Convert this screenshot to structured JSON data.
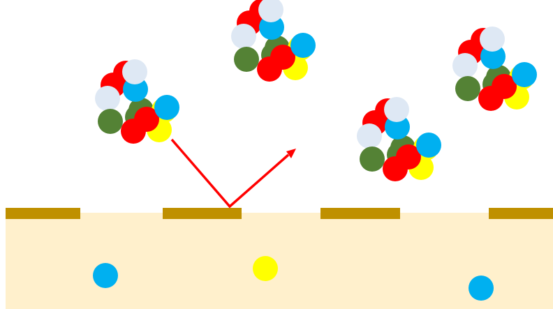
{
  "colors": {
    "background": "#ffffff",
    "substrate": "#fff0cc",
    "surface_strip": "#bf9000",
    "arrow": "#ff0000",
    "red": "#ff0000",
    "light_blue": "#dee8f4",
    "blue": "#00b0f0",
    "green": "#548235",
    "yellow": "#ffff00"
  },
  "cluster_bead_colors": [
    "green",
    "yellow",
    "green",
    "red",
    "red",
    "yellow",
    "light_blue",
    "blue",
    "red",
    "blue",
    "light_blue",
    "green",
    "red"
  ],
  "diagram": {
    "description_none": "",
    "clusters": [
      {
        "name": "cluster-incident"
      },
      {
        "name": "cluster-top"
      },
      {
        "name": "cluster-right-lower"
      },
      {
        "name": "cluster-right-upper"
      }
    ],
    "surface_strips": [
      {
        "name": "surface-strip-1"
      },
      {
        "name": "surface-strip-2"
      },
      {
        "name": "surface-strip-3"
      },
      {
        "name": "surface-strip-4"
      }
    ],
    "embedded_particles": [
      {
        "name": "embedded-particle-blue-left",
        "color": "blue"
      },
      {
        "name": "embedded-particle-yellow",
        "color": "yellow"
      },
      {
        "name": "embedded-particle-blue-right",
        "color": "blue"
      }
    ],
    "arrow": {
      "name": "reflection-arrow"
    }
  }
}
